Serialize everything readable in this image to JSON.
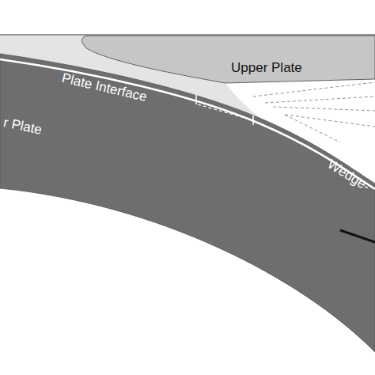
{
  "diagram": {
    "nodes": [
      {
        "text": [
          "Upper Plate"
        ]
      },
      {
        "text": [
          "r Plate"
        ]
      }
    ],
    "labels": [
      "Plate Interface",
      "Wedge-"
    ]
  }
}
